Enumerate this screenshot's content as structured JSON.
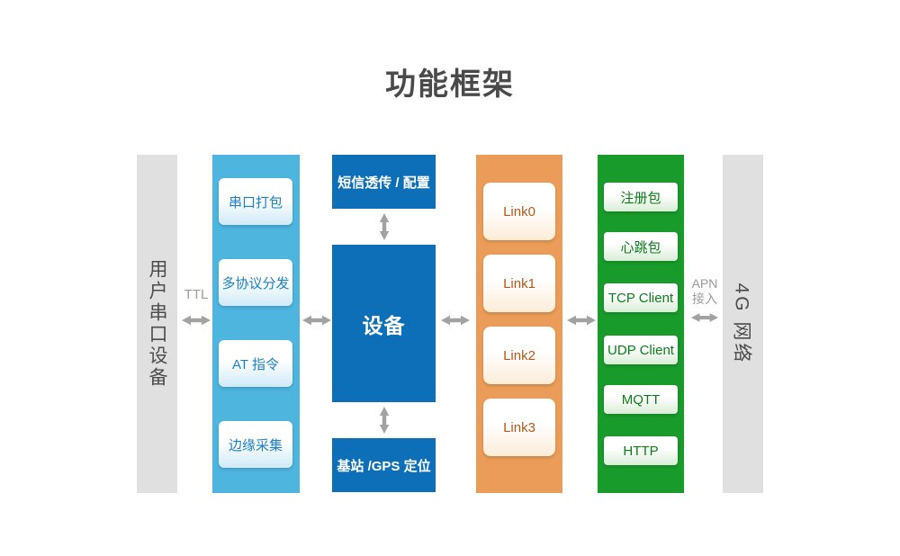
{
  "title": "功能框架",
  "left_panel": {
    "label": "用户串口设备"
  },
  "ttl_link": {
    "label": "TTL"
  },
  "serial": {
    "boxes": [
      "串口打包",
      "多协议分发",
      "AT 指令",
      "边缘采集"
    ]
  },
  "device": {
    "top_box": "短信透传 / 配置",
    "main_box": "设备",
    "bottom_box": "基站 /GPS 定位"
  },
  "links": {
    "boxes": [
      "Link0",
      "Link1",
      "Link2",
      "Link3"
    ]
  },
  "protocols": {
    "boxes": [
      "注册包",
      "心跳包",
      "TCP Client",
      "UDP Client",
      "MQTT",
      "HTTP"
    ]
  },
  "apn_link": {
    "label_line1": "APN",
    "label_line2": "接入"
  },
  "right_panel": {
    "label": "4G 网络"
  },
  "icons": {
    "horizontal_connector": "double-arrow-horizontal-icon",
    "vertical_connector": "double-arrow-vertical-icon"
  },
  "colors": {
    "serial_column": "#4db5de",
    "device_column": "#0d6fb7",
    "links_column": "#ea9c58",
    "protocols_column": "#189b2a",
    "panel_gray": "#e0e0e0",
    "arrow_gray": "#a2a2a2",
    "title_text": "#4a4a4a",
    "serial_box_text": "#1d81c1",
    "links_box_text": "#b05a1d",
    "protocols_box_text": "#0e7c1d"
  }
}
